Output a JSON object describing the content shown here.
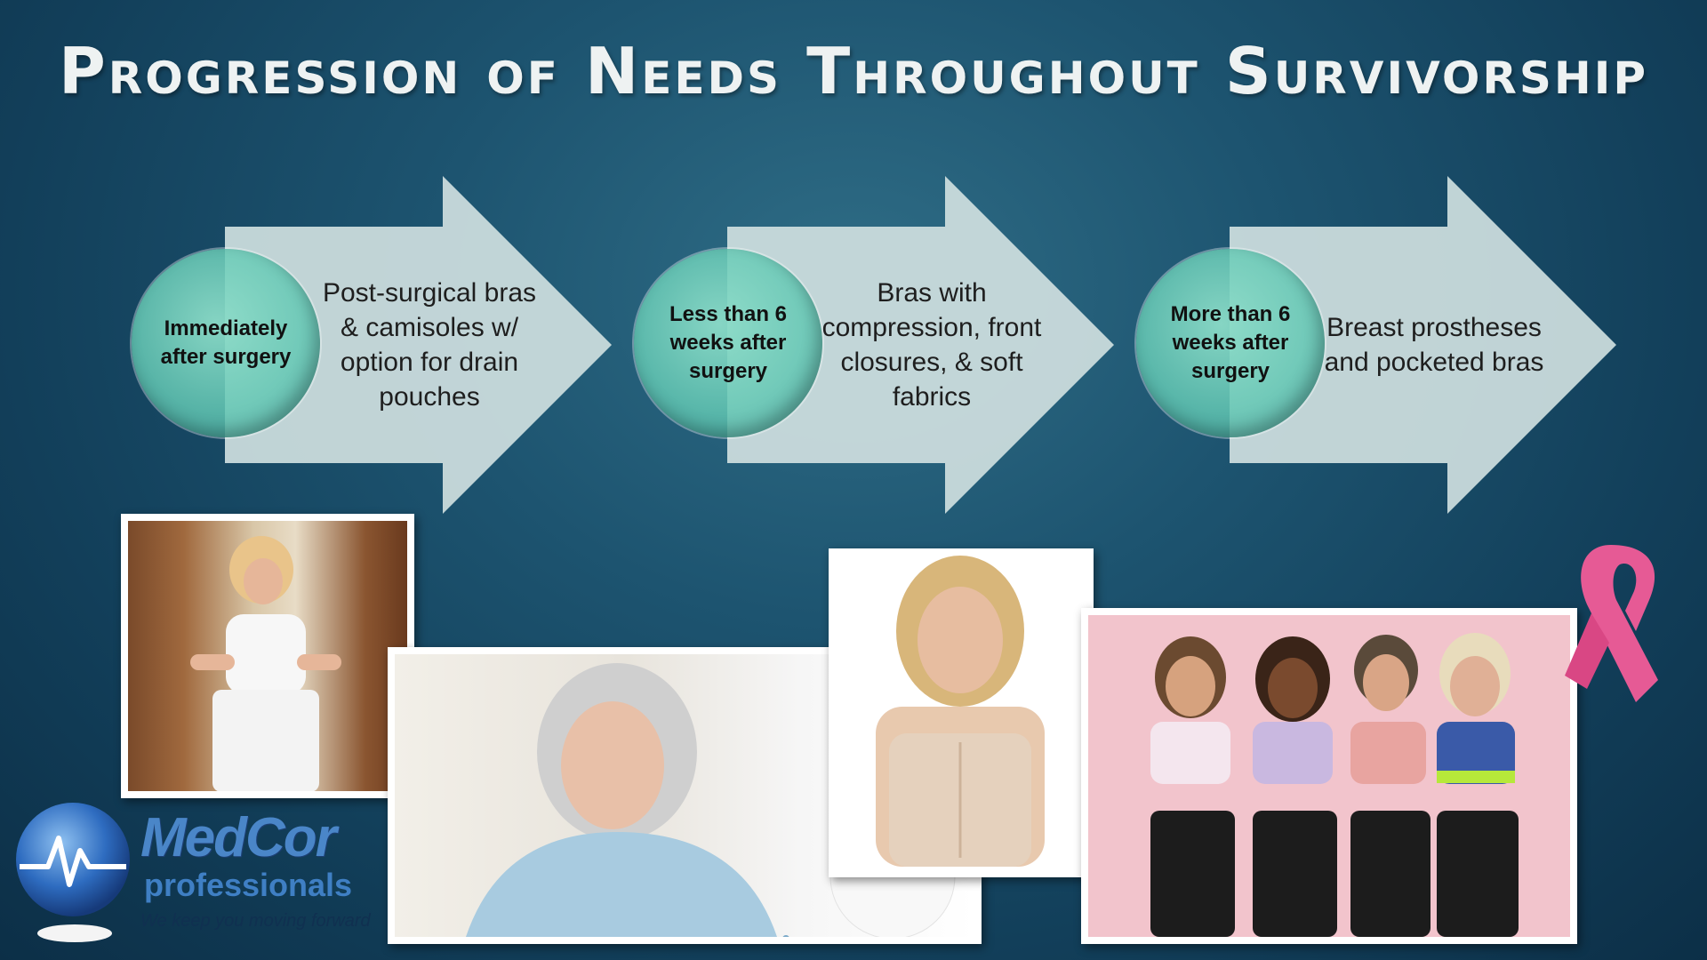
{
  "slide": {
    "title": "Progression of Needs Throughout Survivorship"
  },
  "stages": [
    {
      "timing": "Immediately after surgery",
      "needs": "Post-surgical bras & camisoles w/ option for drain pouches"
    },
    {
      "timing": "Less than 6 weeks after surgery",
      "needs": "Bras with compression, front closures, & soft fabrics"
    },
    {
      "timing": "More than 6 weeks after surgery",
      "needs": "Breast prostheses and pocketed bras"
    }
  ],
  "logo": {
    "name": "MedCor",
    "sub": "professionals",
    "tagline": "We keep you moving forward"
  },
  "colors": {
    "background": "#1d5470",
    "arrow": "#cfdfdf",
    "circle": "#7fd3bf",
    "ribbon": "#e65a95",
    "logo_blue": "#4a86c8"
  }
}
